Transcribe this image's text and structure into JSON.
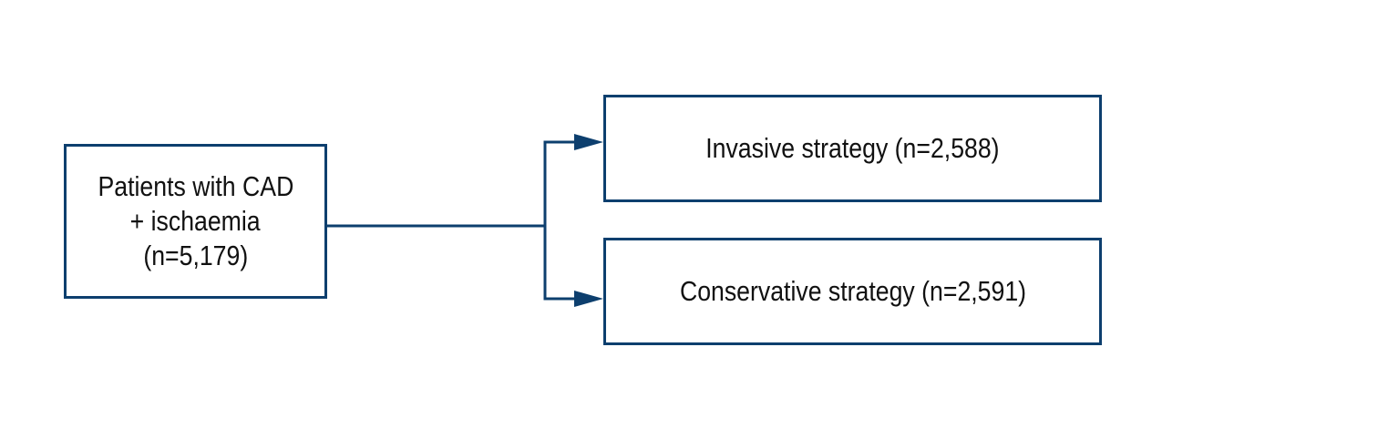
{
  "diagram": {
    "source": {
      "line1": "Patients with CAD",
      "line2": "+ ischaemia",
      "line3": "(n=5,179)"
    },
    "targets": {
      "invasive": "Invasive strategy (n=2,588)",
      "conservative": "Conservative strategy (n=2,591)"
    },
    "colors": {
      "stroke": "#0d3f6e",
      "text": "#111111",
      "background": "#ffffff"
    }
  }
}
